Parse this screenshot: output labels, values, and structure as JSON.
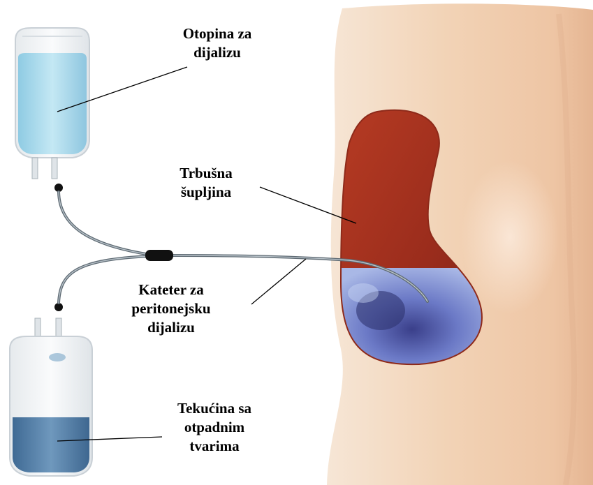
{
  "labels": {
    "solution": [
      "Otopina za",
      "dijalizu"
    ],
    "cavity": [
      "Trbušna",
      "šupljina"
    ],
    "catheter": [
      "Kateter za",
      "peritonejsku",
      "dijalizu"
    ],
    "waste": [
      "Tekućina sa",
      "otpadnim",
      "tvarima"
    ]
  },
  "colors": {
    "fresh_solution": "#a9d8ea",
    "waste_fluid": "#4f7aa4",
    "cavity_tissue": "#a8321f",
    "fluid_in_cavity": "#6a78c4",
    "skin": "#f3d6bd",
    "tube": "#7b8790"
  }
}
